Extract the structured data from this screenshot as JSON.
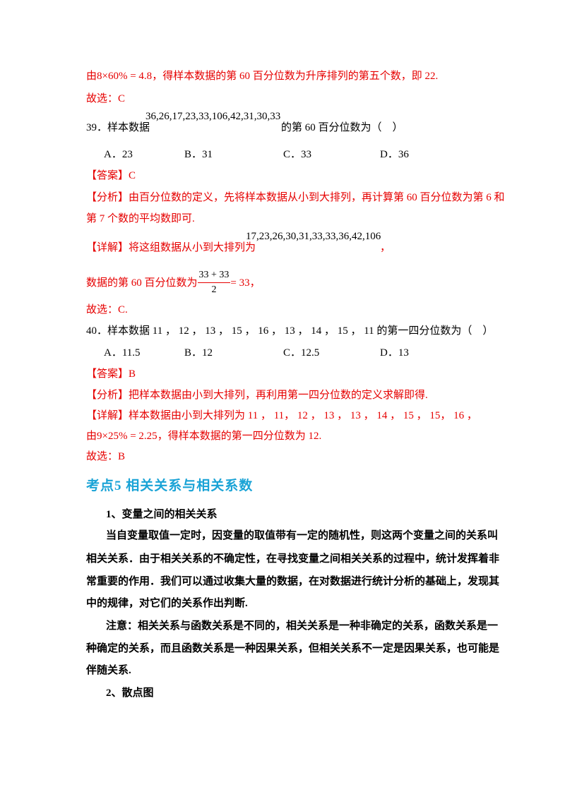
{
  "q38_tail": {
    "prefix": "由",
    "math": "8×60% = 4.8",
    "text": "，得样本数据的第 60 百分位数为升序排列的第五个数，即 22.",
    "choice": "故选：C"
  },
  "q39": {
    "stem_prefix": "39．样本数据",
    "data_math": "36,26,17,23,33,106,42,31,30,33",
    "stem_suffix": "的第 60 百分位数为（　）",
    "options": [
      {
        "label": "A．23"
      },
      {
        "label": "B．31"
      },
      {
        "label": "C．33"
      },
      {
        "label": "D．36"
      }
    ],
    "answer": "【答案】C",
    "analysis_line1": "【分析】由百分位数的定义，先将样本数据从小到大排列，再计算第 60 百分位数为第 6 和",
    "analysis_line2": "第 7 个数的平均数即可.",
    "detail_prefix": "【详解】将这组数据从小到大排列为",
    "sorted_math": "17,23,26,30,31,33,33,36,42,106",
    "sorted_suffix": "，",
    "result_prefix": "数据的第 60 百分位数为",
    "frac_num": "33 + 33",
    "frac_den": "2",
    "result_suffix": "= 33，",
    "choice": "故选：C."
  },
  "q40": {
    "stem": "40．样本数据 11 ， 12 ， 13 ， 15 ， 16 ， 13 ， 14 ， 15 ， 11 的第一四分位数为（　）",
    "options": [
      {
        "label": "A．11.5"
      },
      {
        "label": "B．12"
      },
      {
        "label": "C．12.5"
      },
      {
        "label": "D．13"
      }
    ],
    "answer": "【答案】B",
    "analysis": "【分析】把样本数据由小到大排列，再利用第一四分位数的定义求解即得.",
    "detail": "【详解】样本数据由小到大排列为 11 ， 11， 12 ， 13 ， 13 ， 14 ， 15 ， 15， 16 ，",
    "calc_prefix": "由",
    "calc_math": "9×25% = 2.25",
    "calc_suffix": "，得样本数据的第一四分位数为 12.",
    "choice": "故选：B"
  },
  "section": {
    "heading": "考点5  相关关系与相关系数",
    "sub1": "1、变量之间的相关关系",
    "para1_lines": [
      "当自变量取值一定时，因变量的取值带有一定的随机性，则这两个变量之间的关系叫",
      "相关关系．由于相关关系的不确定性，在寻找变量之间相关关系的过程中，统计发挥着非",
      "常重要的作用．我们可以通过收集大量的数据，在对数据进行统计分析的基础上，发现其",
      "中的规律，对它们的关系作出判断."
    ],
    "para2_lines": [
      "注意：相关关系与函数关系是不同的，相关关系是一种非确定的关系，函数关系是一",
      "种确定的关系，而且函数关系是一种因果关系，但相关关系不一定是因果关系，也可能是",
      "伴随关系."
    ],
    "sub2": "2、散点图"
  }
}
